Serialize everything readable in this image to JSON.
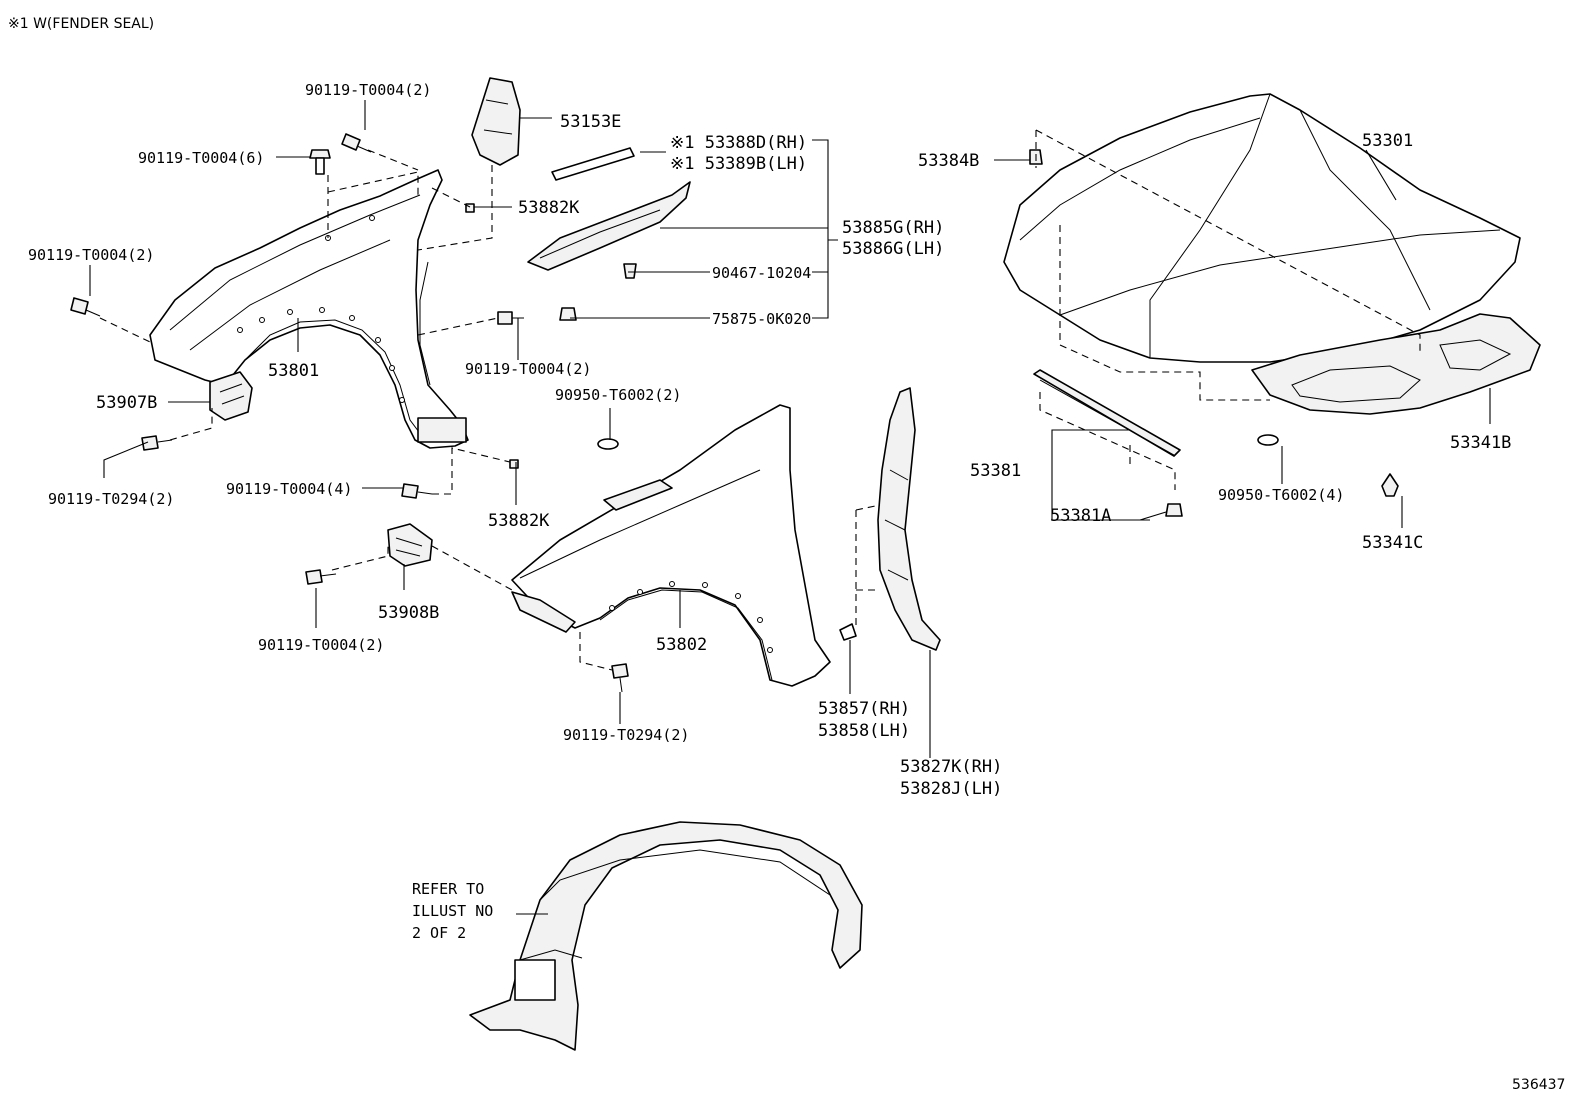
{
  "header_note": "※1 W(FENDER SEAL)",
  "illustration_id": "536437",
  "refer_note": [
    "REFER TO",
    "ILLUST NO",
    "2 OF 2"
  ],
  "labels": {
    "l1": "90119-T0004(2)",
    "l2": "90119-T0004(6)",
    "l3": "53153E",
    "l4": "※1 53388D(RH)",
    "l5": "※1 53389B(LH)",
    "l6": "53882K",
    "l7": "53885G(RH)",
    "l8": "53886G(LH)",
    "l9": "90119-T0004(2)",
    "l10": "90467-10204",
    "l11": "75875-0K020",
    "l12": "90119-T0004(2)",
    "l13": "53801",
    "l14": "53907B",
    "l15": "90950-T6002(2)",
    "l16": "90119-T0294(2)",
    "l17": "90119-T0004(4)",
    "l18": "53882K",
    "l19": "53908B",
    "l20": "90119-T0004(2)",
    "l21": "53802",
    "l22": "90119-T0294(2)",
    "l23": "53857(RH)",
    "l24": "53858(LH)",
    "l25": "53827K(RH)",
    "l26": "53828J(LH)",
    "l27": "53384B",
    "l28": "53301",
    "l29": "53381",
    "l30": "53381A",
    "l31": "90950-T6002(4)",
    "l32": "53341B",
    "l33": "53341C"
  }
}
